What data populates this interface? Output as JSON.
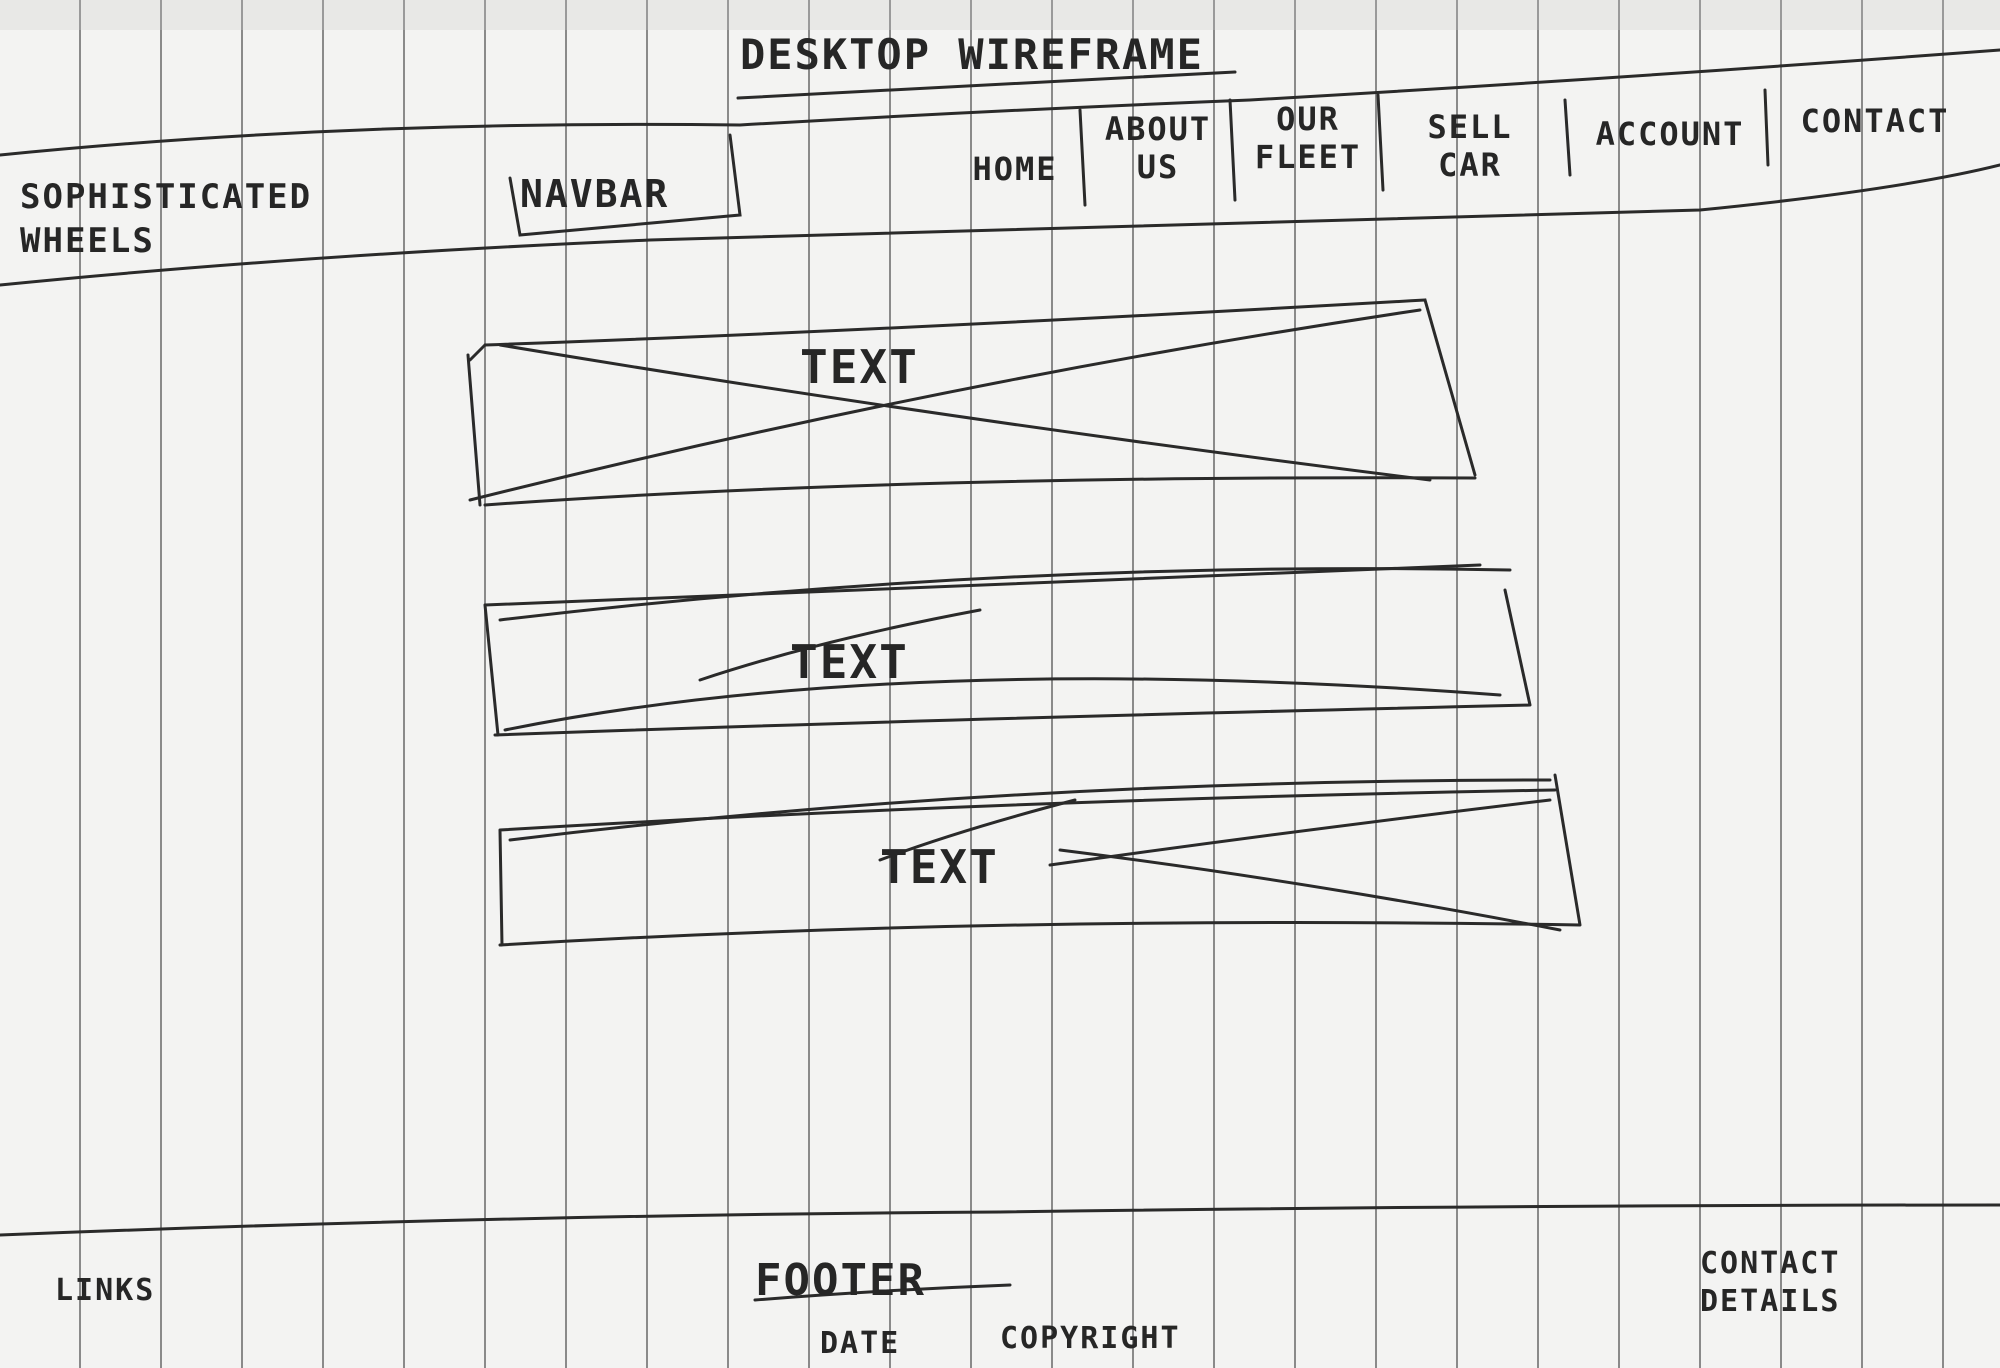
{
  "wireframe": {
    "title": "DESKTOP WIREFRAME"
  },
  "header": {
    "brand_line1": "SOPHISTICATED",
    "brand_line2": "WHEELS",
    "navbar_label": "NAVBAR",
    "nav_items": [
      {
        "line1": "HOME",
        "line2": ""
      },
      {
        "line1": "ABOUT",
        "line2": "US"
      },
      {
        "line1": "OUR",
        "line2": "FLEET"
      },
      {
        "line1": "SELL",
        "line2": "CAR"
      },
      {
        "line1": "ACCOUNT",
        "line2": ""
      },
      {
        "line1": "CONTACT",
        "line2": ""
      }
    ]
  },
  "main": {
    "blocks": [
      {
        "label": "TEXT"
      },
      {
        "label": "TEXT"
      },
      {
        "label": "TEXT"
      }
    ]
  },
  "footer": {
    "links_label": "LINKS",
    "footer_label": "FOOTER",
    "date_label": "DATE",
    "copyright_label": "COPYRIGHT",
    "contact_line1": "CONTACT",
    "contact_line2": "DETAILS"
  }
}
